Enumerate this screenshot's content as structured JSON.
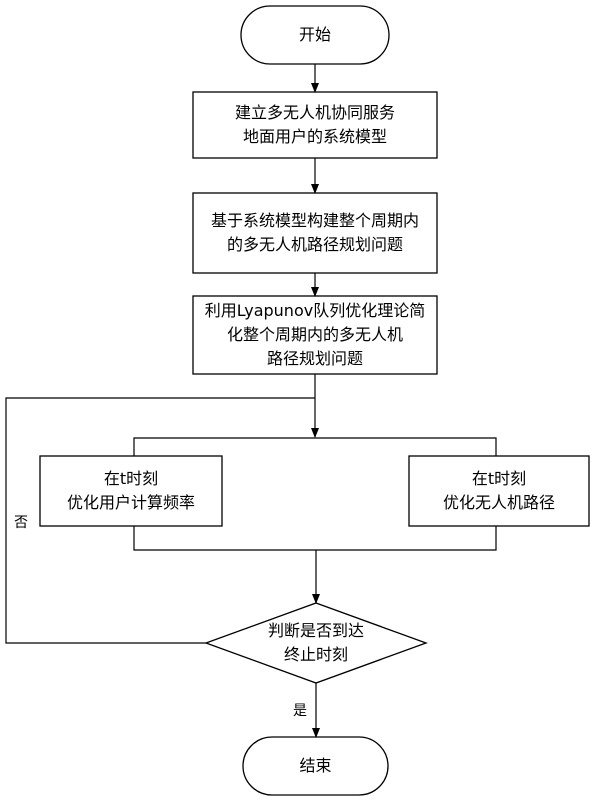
{
  "start": "开始",
  "step1": [
    "建立多无人机协同服务",
    "地面用户的系统模型"
  ],
  "step2": [
    "基于系统模型构建整个周期内",
    "的多无人机路径规划问题"
  ],
  "step3": [
    "利用Lyapunov队列优化理论简",
    "化整个周期内的多无人机",
    "路径规划问题"
  ],
  "left_box": [
    "在t时刻",
    "优化用户计算频率"
  ],
  "right_box": [
    "在t时刻",
    "优化无人机路径"
  ],
  "decision": [
    "判断是否到达",
    "终止时刻"
  ],
  "no_label": "否",
  "yes_label": "是",
  "end": "结束"
}
